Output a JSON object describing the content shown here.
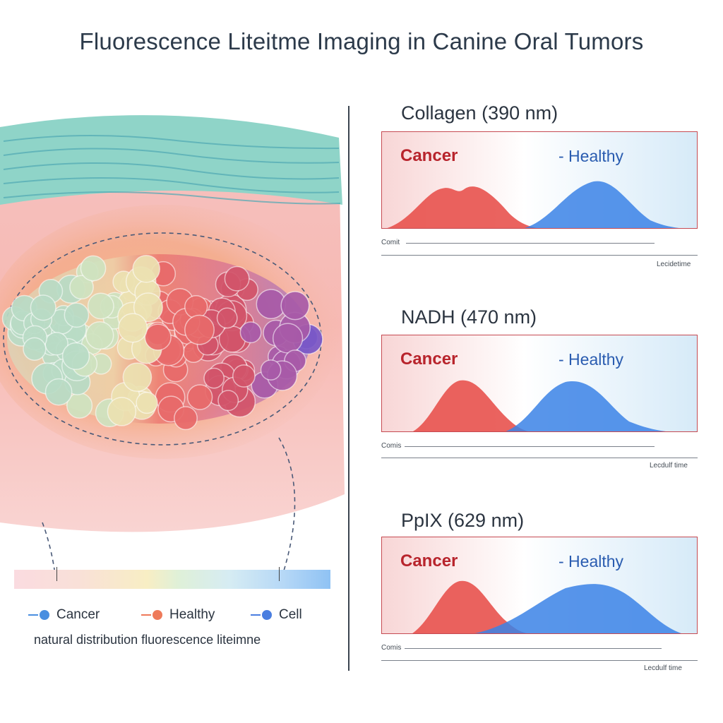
{
  "title": "Fluorescence Liteitme Imaging in Canine Oral Tumors",
  "legend": {
    "items": [
      {
        "label": "Cancer",
        "color": "#4a8fe0"
      },
      {
        "label": "Healthy",
        "color": "#ee7a5a"
      },
      {
        "label": "Cell",
        "color": "#4a7ee0"
      }
    ],
    "caption": "natural distribution fluorescence liteimne"
  },
  "panels": [
    {
      "title": "Collagen (390 nm)",
      "cancer_label": "Cancer",
      "healthy_label": "- Healthy",
      "y_axis_text": "Comit",
      "x_axis_text": "Lecidetime"
    },
    {
      "title": "NADH (470 nm)",
      "cancer_label": "Cancer",
      "healthy_label": "- Healthy",
      "y_axis_text": "Comis",
      "x_axis_text": "Lecdulf time"
    },
    {
      "title": "PpIX (629 nm)",
      "cancer_label": "Cancer",
      "healthy_label": "- Healthy",
      "y_axis_text": "Comis",
      "x_axis_text": "Lecdulf time"
    }
  ],
  "colors": {
    "cancer": "#e8524e",
    "healthy": "#3b82e6",
    "frame": "#c64a52",
    "text": "#2b3440"
  }
}
